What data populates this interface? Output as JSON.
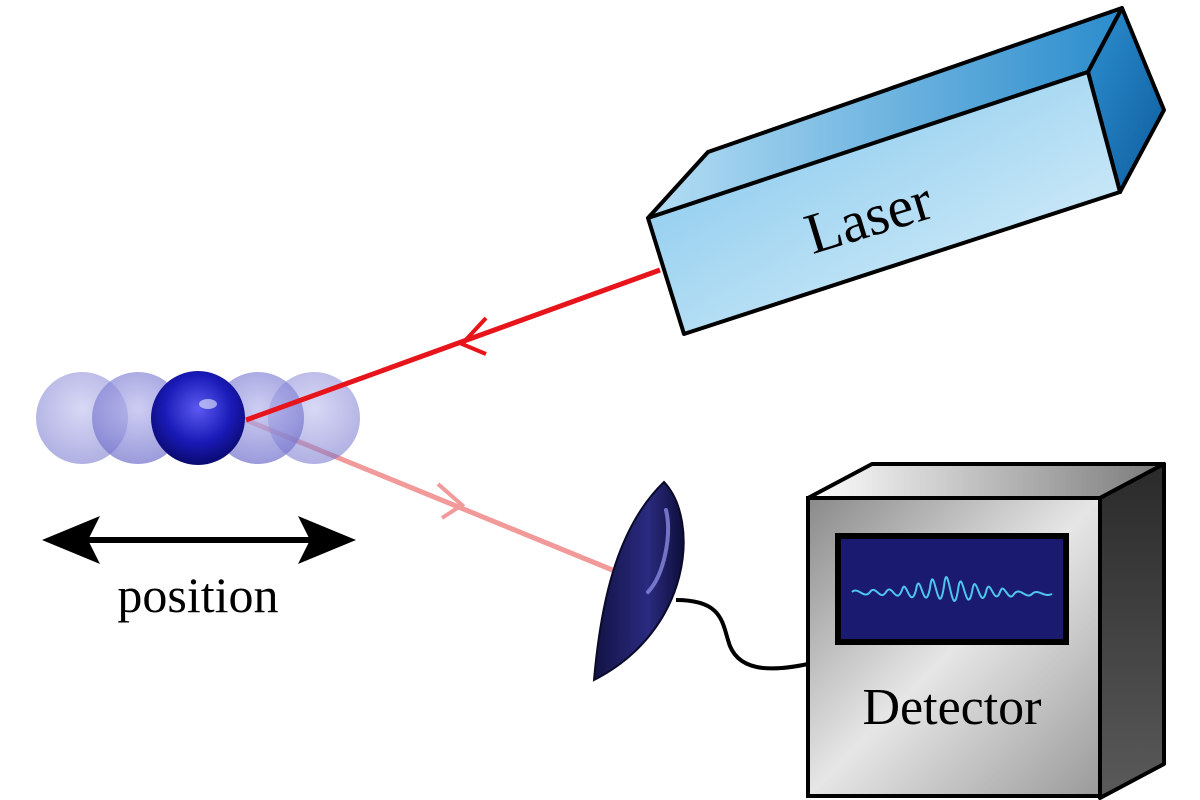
{
  "labels": {
    "laser": "Laser",
    "detector": "Detector",
    "position": "position"
  },
  "colors": {
    "laser_beam": "#e8141b",
    "reflected_beam": "#f29a9a",
    "particle": "#1a1aa8",
    "particle_ghost": "#7c7cd6",
    "laser_top": "#9fd4f0",
    "laser_front_light": "#cbe9f7",
    "laser_side": "#1c78b8",
    "detector_front": "#cfcfcf",
    "detector_side": "#3a3a3a",
    "screen_bg": "#1a1a70",
    "signal_wave": "#4fc6ee",
    "dish": "#1c1c5c"
  },
  "icons": [
    "double-headed-arrow",
    "laser-box",
    "detector-box",
    "parabolic-dish",
    "waveform-signal"
  ]
}
